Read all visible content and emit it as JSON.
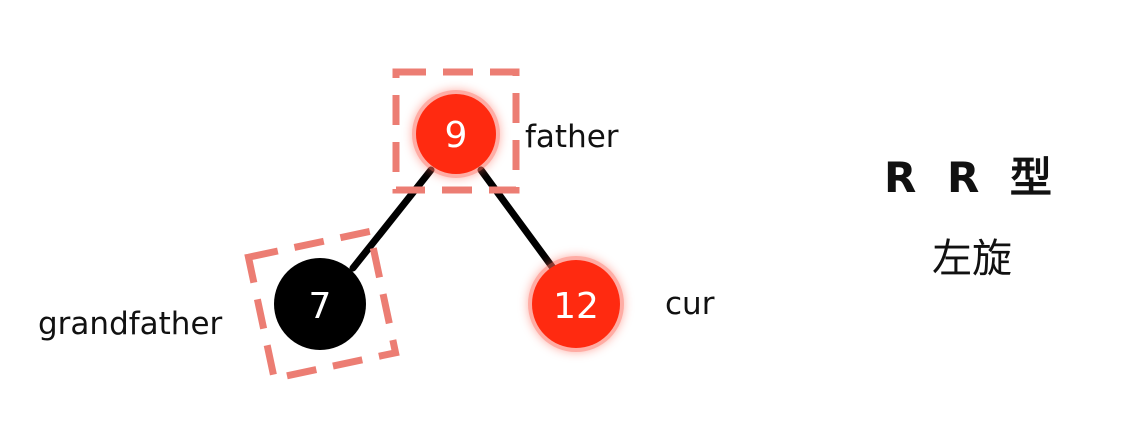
{
  "title": "R R 型",
  "subtitle": "左旋",
  "colors": {
    "red_node": "#ff2a10",
    "red_glow": "#ff6a5a",
    "black_node": "#000000",
    "edge": "#000000",
    "highlight_box": "#ec7d73",
    "label_text": "#111111"
  },
  "nodes": {
    "father": {
      "value": "9",
      "label": "father",
      "color": "red",
      "highlighted": true
    },
    "grandfather": {
      "value": "7",
      "label": "grandfather",
      "color": "black",
      "highlighted": true
    },
    "cur": {
      "value": "12",
      "label": "cur",
      "color": "red",
      "highlighted": false
    }
  },
  "edges": [
    {
      "from": "father",
      "to": "grandfather"
    },
    {
      "from": "father",
      "to": "cur"
    }
  ]
}
